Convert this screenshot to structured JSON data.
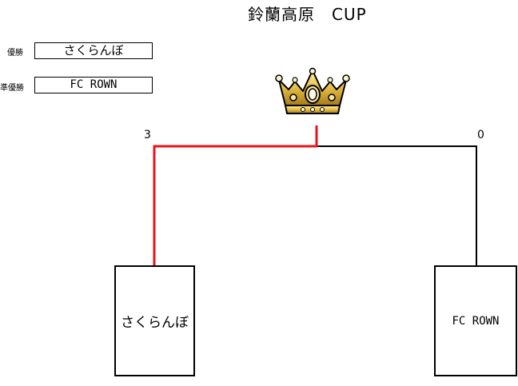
{
  "title": "鈴蘭高原　CUP",
  "results": {
    "winner_label": "優勝",
    "winner_name": "さくらんぼ",
    "runner_up_label": "準優勝",
    "runner_up_name": "FC ROWN"
  },
  "bracket": {
    "left_score": "3",
    "right_score": "0",
    "left_team": "さくらんぼ",
    "right_team": "FC ROWN",
    "winner_line_color": "#e8141c",
    "loser_line_color": "#000000"
  },
  "icons": {
    "trophy": "crown-icon"
  }
}
